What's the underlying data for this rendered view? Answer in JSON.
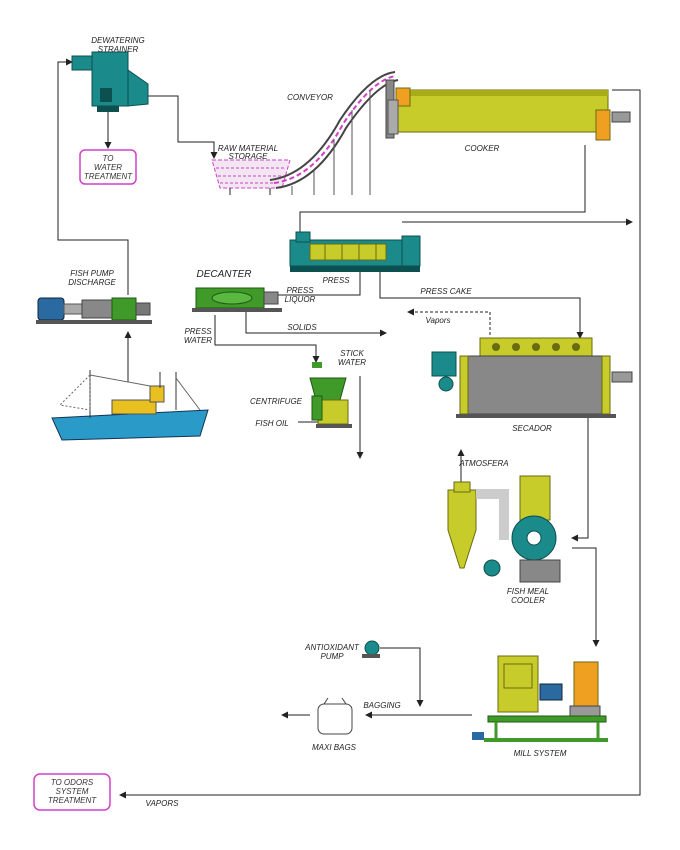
{
  "labels": {
    "dewatering_strainer": [
      "DEWATERING",
      "STRAINER"
    ],
    "to_water_treatment": [
      "TO",
      "WATER",
      "TREATMENT"
    ],
    "conveyor": "CONVEYOR",
    "raw_material_storage": [
      "RAW MATERIAL",
      "STORAGE"
    ],
    "cooker": "COOKER",
    "fish_pump_discharge": [
      "FISH PUMP",
      "DISCHARGE"
    ],
    "decanter": "DECANTER",
    "press": "PRESS",
    "press_liquor": [
      "PRESS",
      "LIQUOR"
    ],
    "press_cake": "PRESS CAKE",
    "solids": "SOLIDS",
    "press_water": [
      "PRESS",
      "WATER"
    ],
    "vapors_top": "Vapors",
    "stick_water": [
      "STICK",
      "WATER"
    ],
    "centrifuge": "CENTRIFUGE",
    "fish_oil": "FISH OIL",
    "secador": "SECADOR",
    "atmosfera": "ATMOSFERA",
    "fish_meal_cooler": [
      "FISH MEAL",
      "COOLER"
    ],
    "antioxidant_pump": [
      "ANTIOXIDANT",
      "PUMP"
    ],
    "bagging": "BAGGING",
    "maxi_bags": "MAXI BAGS",
    "mill_system": "MILL SYSTEM",
    "to_odors": [
      "TO ODORS",
      "SYSTEM",
      "TREATMENT"
    ],
    "vapors_bottom": "VAPORS"
  },
  "colors": {
    "teal": "#1a8a8a",
    "olive": "#c8cc2a",
    "green": "#3f9a2a",
    "magenta": "#d040c8",
    "line": "#222222",
    "gray": "#8a8a8a",
    "sea": "#2a9ac8"
  }
}
